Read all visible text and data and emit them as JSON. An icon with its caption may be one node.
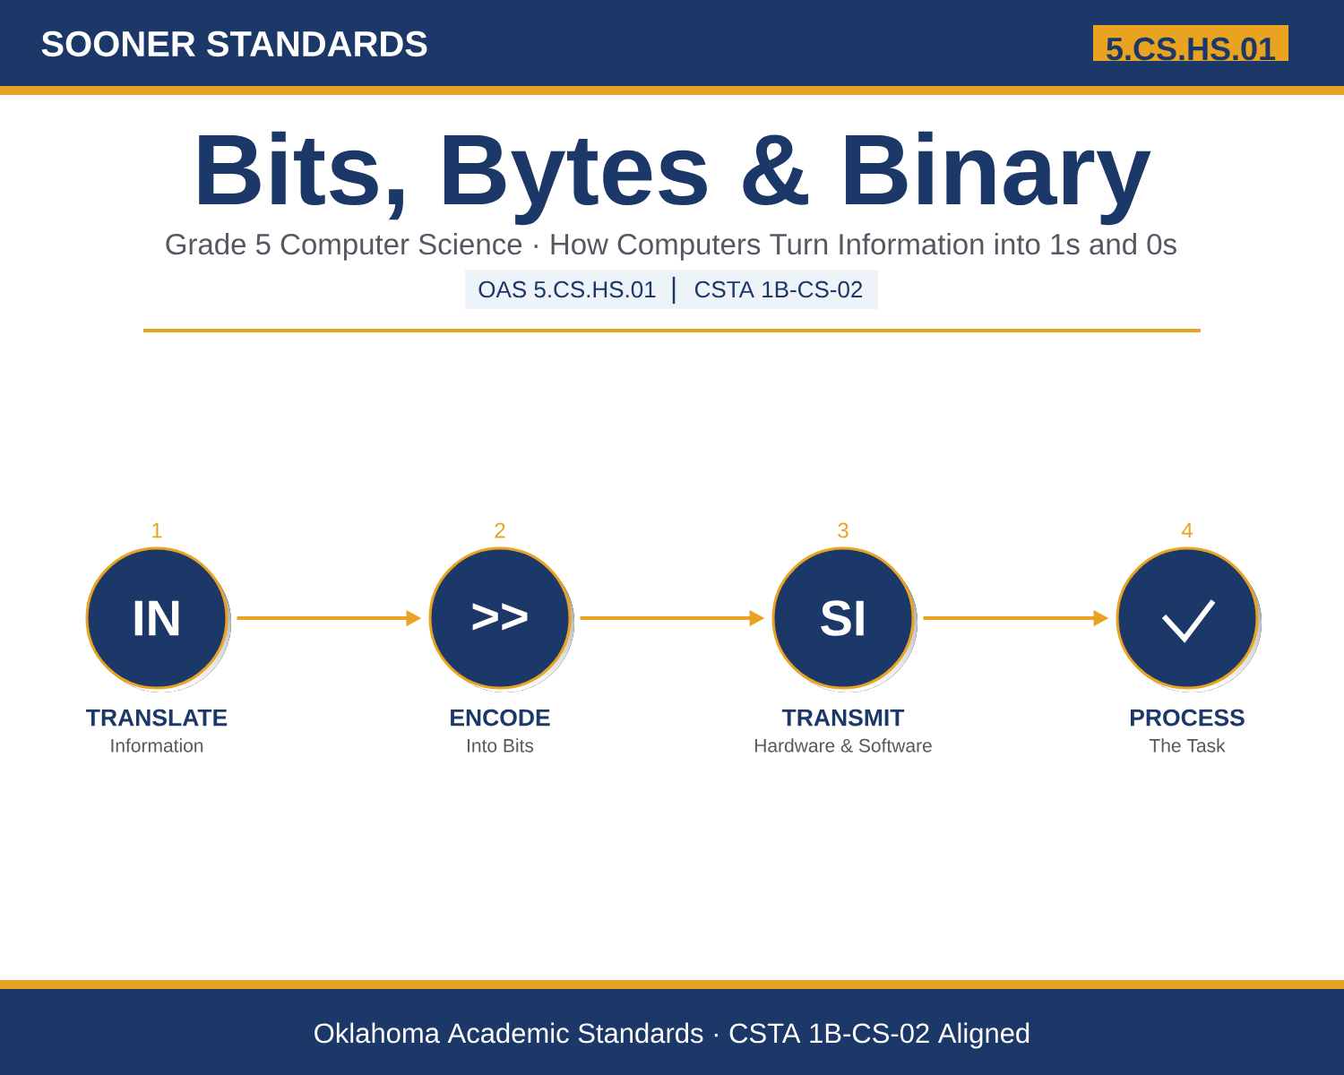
{
  "diagram": {
    "title": "Bits, Bytes & Binary",
    "nodes": [
      {
        "text": [
          "IN"
        ],
        "beside": [
          "1",
          "TRANSLATE",
          "Information"
        ]
      },
      {
        "text": [
          ">>"
        ],
        "beside": [
          "2",
          "ENCODE",
          "Into Bits"
        ]
      },
      {
        "text": [
          "SI"
        ],
        "beside": [
          "3",
          "TRANSMIT",
          "Hardware & Software"
        ]
      },
      {
        "text": [],
        "shape": "circle",
        "beside": [
          "4",
          "PROCESS",
          "The Task"
        ]
      }
    ],
    "edges": [
      {
        "from": 0,
        "to": 1,
        "arrow": "to"
      },
      {
        "from": 1,
        "to": 2,
        "arrow": "to"
      },
      {
        "from": 2,
        "to": 3,
        "arrow": "to"
      }
    ],
    "labels": [
      "SOONER STANDARDS",
      "5.CS.HS.01",
      "Grade 5 Computer Science · How Computers Turn Information into 1s and 0s",
      "OAS 5.CS.HS.01",
      "CSTA 1B-CS-02",
      "Oklahoma Academic Standards · CSTA 1B-CS-02 Aligned"
    ]
  }
}
